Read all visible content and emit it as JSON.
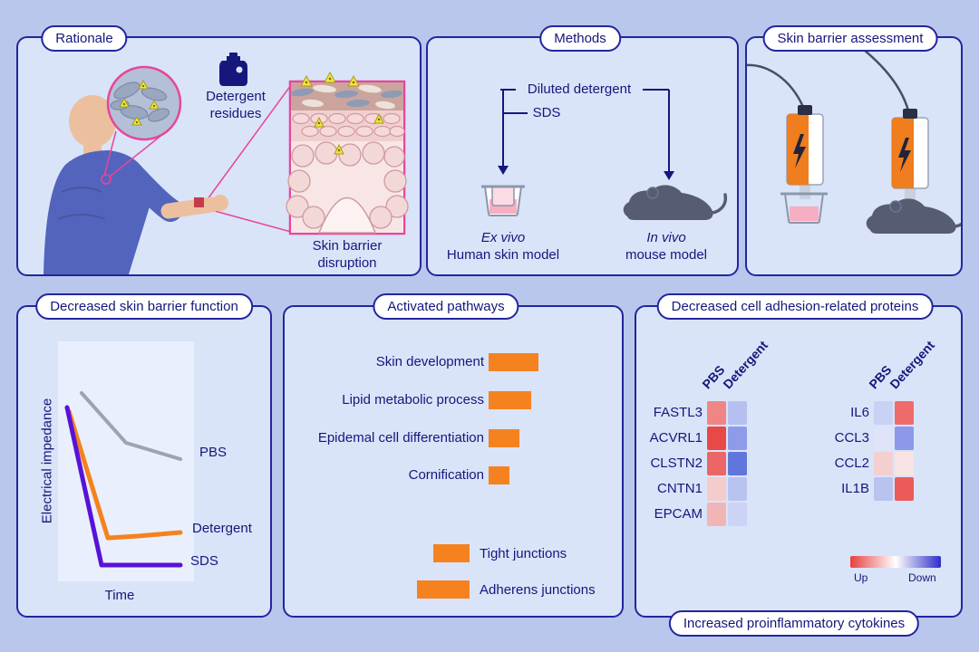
{
  "colors": {
    "background": "#bac7ec",
    "panel_bg": "#d9e4f8",
    "panel_border": "#23259e",
    "text": "#15177c",
    "accent_orange": "#f5821e",
    "pink_accent": "#e8459c",
    "up": "#e84040",
    "down": "#2d2dc8"
  },
  "rationale": {
    "title": "Rationale",
    "detergent_residues_label": "Detergent residues",
    "skin_disruption_label": "Skin barrier disruption"
  },
  "methods": {
    "title": "Methods",
    "treatment1": "Diluted detergent",
    "treatment2": "SDS",
    "exvivo_italic": "Ex vivo",
    "exvivo_rest": "Human skin model",
    "invivo_italic": "In vivo",
    "invivo_rest": "mouse model"
  },
  "assessment": {
    "title": "Skin barrier assessment"
  },
  "barrier_chart": {
    "title": "Decreased skin barrier function",
    "ylabel": "Electrical impedance",
    "xlabel": "Time",
    "series": [
      {
        "name": "PBS",
        "color": "#9ba4b5",
        "width": 4,
        "points": [
          [
            70,
            95
          ],
          [
            119,
            150
          ],
          [
            179,
            168
          ]
        ]
      },
      {
        "name": "Detergent",
        "color": "#f5821e",
        "width": 5,
        "points": [
          [
            56,
            115
          ],
          [
            99,
            255
          ],
          [
            132,
            253
          ],
          [
            179,
            249
          ]
        ]
      },
      {
        "name": "SDS",
        "color": "#5712d9",
        "width": 5,
        "points": [
          [
            54,
            111
          ],
          [
            92,
            285
          ],
          [
            179,
            285
          ]
        ]
      }
    ]
  },
  "pathways": {
    "title": "Activated pathways",
    "top_bars": [
      {
        "label": "Skin development",
        "width": 55
      },
      {
        "label": "Lipid metabolic process",
        "width": 47
      },
      {
        "label": "Epidemal cell differentiation",
        "width": 34
      },
      {
        "label": "Cornification",
        "width": 23
      }
    ],
    "bottom_bars": [
      {
        "label": "Tight junctions",
        "width": 40
      },
      {
        "label": "Adherens junctions",
        "width": 58
      }
    ]
  },
  "proteins": {
    "title": "Decreased cell adhesion-related proteins",
    "bottom_title": "Increased proinflammatory cytokines",
    "columns": [
      "PBS",
      "Detergent"
    ],
    "left_heatmap": {
      "rows": [
        "FASTL3",
        "ACVRL1",
        "CLSTN2",
        "CNTN1",
        "EPCAM"
      ],
      "cells": [
        [
          "#ef8585",
          "#b6c0f0"
        ],
        [
          "#e94848",
          "#8d9be9"
        ],
        [
          "#ec6666",
          "#6076dc"
        ],
        [
          "#f4cccc",
          "#b9c3f0"
        ],
        [
          "#f2b5b5",
          "#ccd3f5"
        ]
      ]
    },
    "right_heatmap": {
      "rows": [
        "IL6",
        "CCL3",
        "CCL2",
        "IL1B"
      ],
      "cells": [
        [
          "#c9d1f4",
          "#ee6b6b"
        ],
        [
          "#dfe4f9",
          "#8b99e8"
        ],
        [
          "#f3cfcf",
          "#f8e4e4"
        ],
        [
          "#b9c3f0",
          "#ec5a5a"
        ]
      ]
    },
    "legend": {
      "up_label": "Up",
      "down_label": "Down"
    }
  }
}
